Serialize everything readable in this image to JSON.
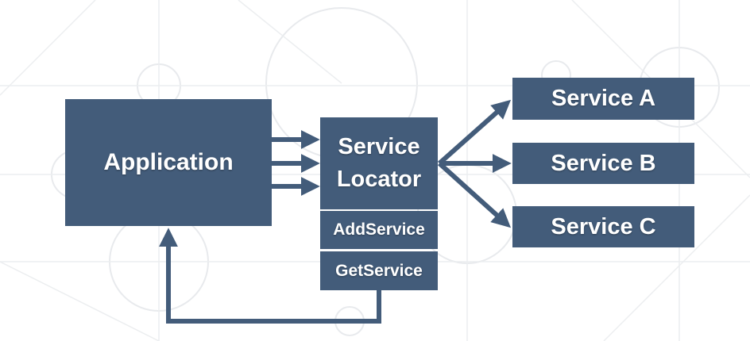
{
  "diagram": {
    "application_label": "Application",
    "locator_label_line1": "Service",
    "locator_label_line2": "Locator",
    "add_service_label": "AddService",
    "get_service_label": "GetService",
    "services": [
      {
        "label": "Service A"
      },
      {
        "label": "Service B"
      },
      {
        "label": "Service C"
      }
    ],
    "colors": {
      "box": "#435c7a",
      "arrow": "#435c7a",
      "text": "#ffffff",
      "background_pattern": "#e7e9ec"
    }
  }
}
